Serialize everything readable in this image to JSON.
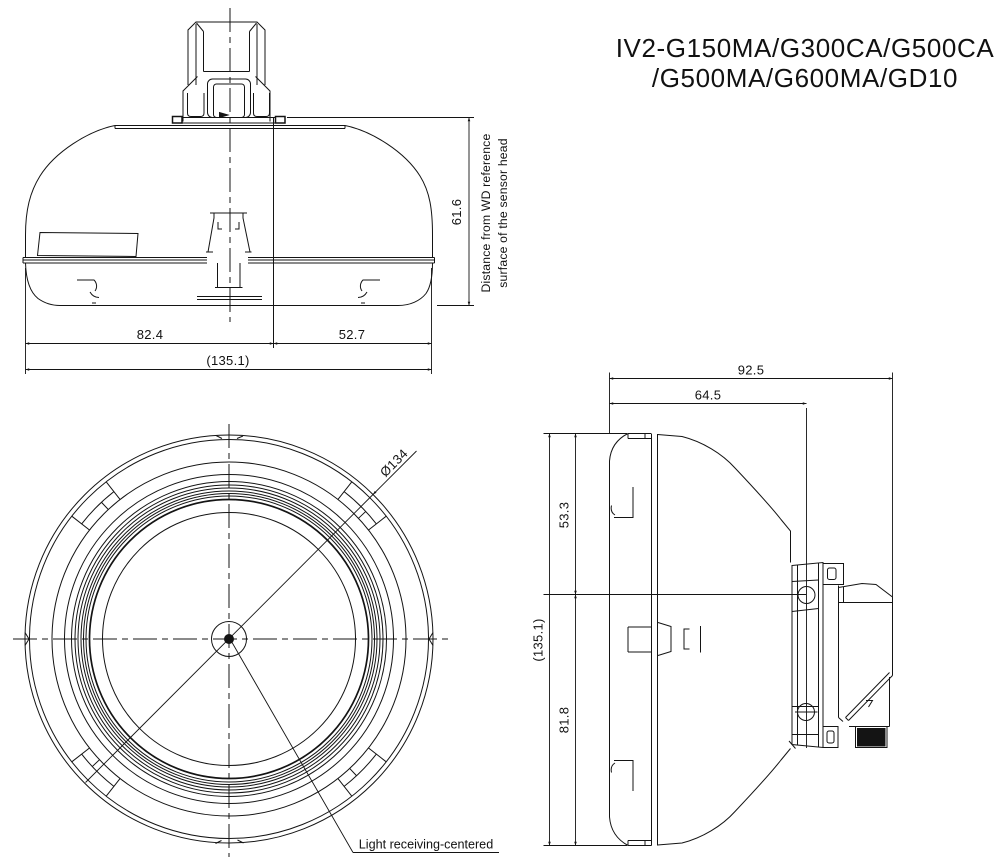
{
  "drawing_title": {
    "line1": "IV2-G150MA/G300CA/G500CA",
    "line2": "/G500MA/G600MA/GD10"
  },
  "side_view": {
    "dim_width_left": "82.4",
    "dim_width_right": "52.7",
    "dim_width_total": "(135.1)",
    "dim_height": "61.6",
    "wd_note_line1": "Distance from WD reference",
    "wd_note_line2": "surface of the sensor head"
  },
  "front_view": {
    "dim_diameter": "Ø134",
    "callout_light_receiving": "Light receiving-centered"
  },
  "rear_side_view": {
    "dim_depth_total": "92.5",
    "dim_depth_to_hole": "64.5",
    "dim_height_upper": "53.3",
    "dim_height_lower": "81.8",
    "dim_height_total": "(135.1)"
  },
  "colors": {
    "line": "#141414",
    "background": "#ffffff"
  }
}
